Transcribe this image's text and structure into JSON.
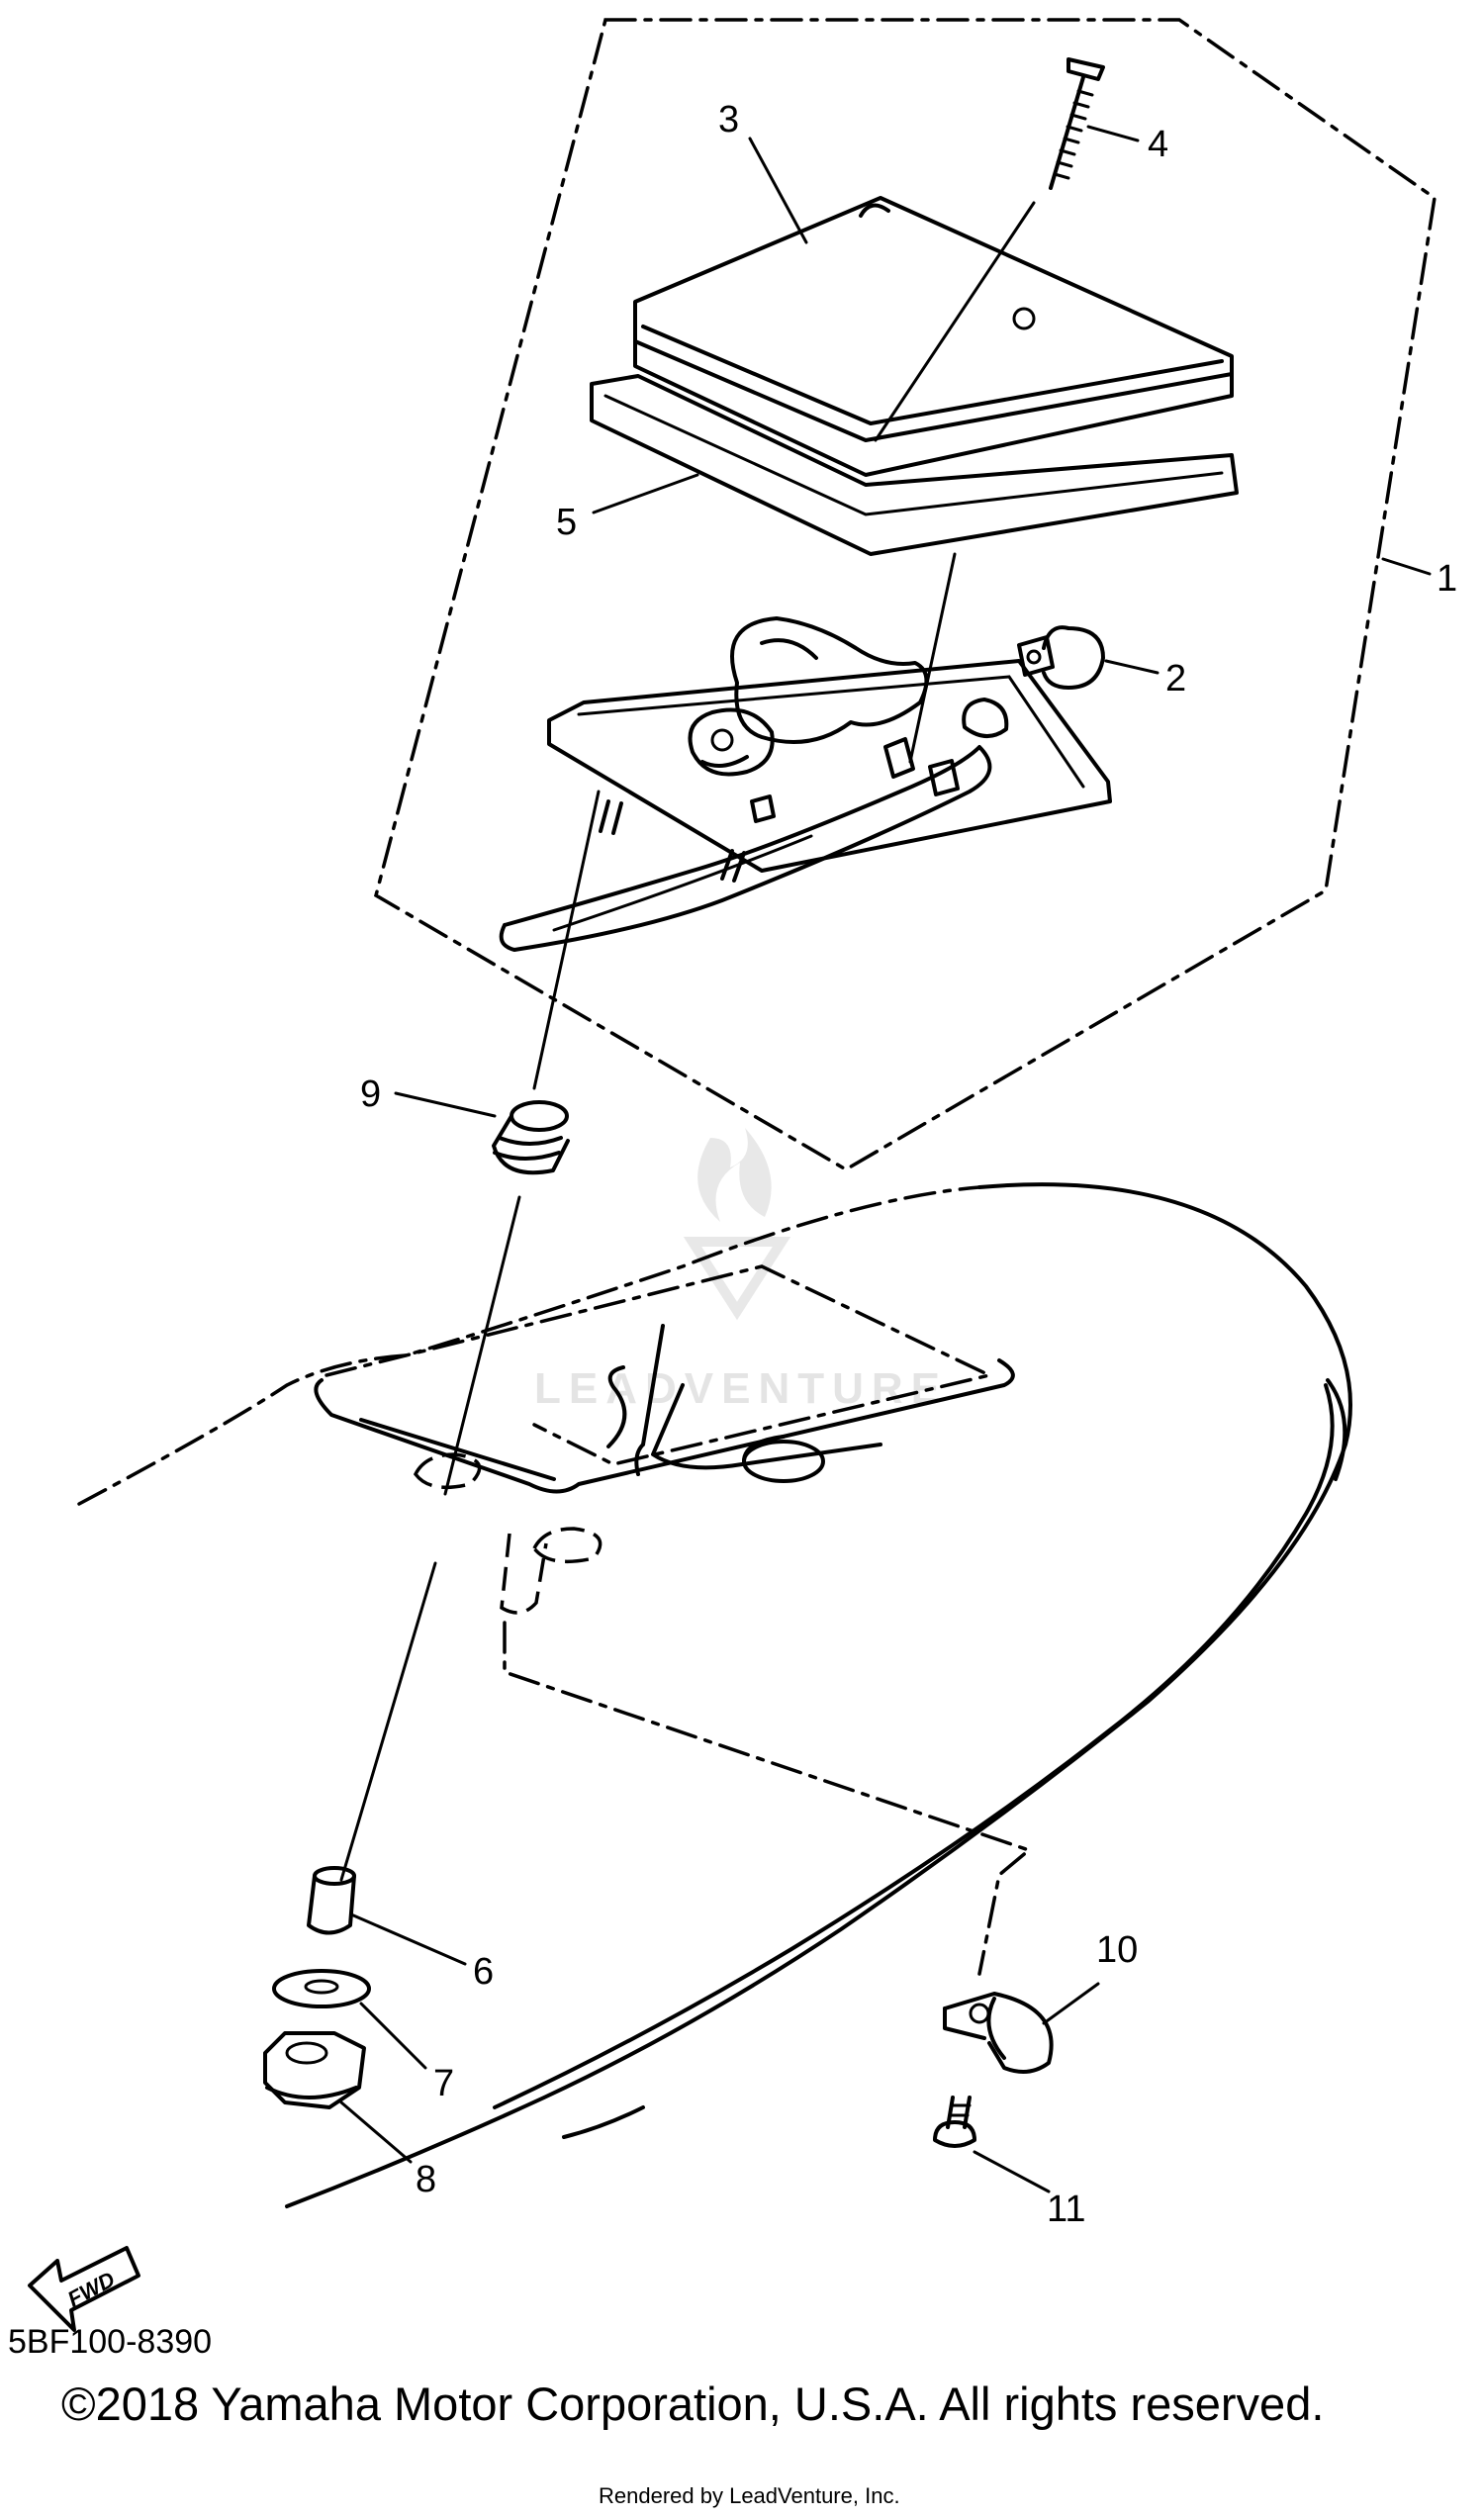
{
  "callouts": {
    "c1": "1",
    "c2": "2",
    "c3": "3",
    "c4": "4",
    "c5": "5",
    "c6": "6",
    "c7": "7",
    "c8": "8",
    "c9": "9",
    "c10": "10",
    "c11": "11"
  },
  "fwd_label": "FWD",
  "watermark": "LEADVENTURE",
  "drawing_code": "5BF100-8390",
  "copyright": "©2018 Yamaha Motor Corporation, U.S.A. All rights reserved.",
  "rendered_by": "Rendered by LeadVenture, Inc."
}
